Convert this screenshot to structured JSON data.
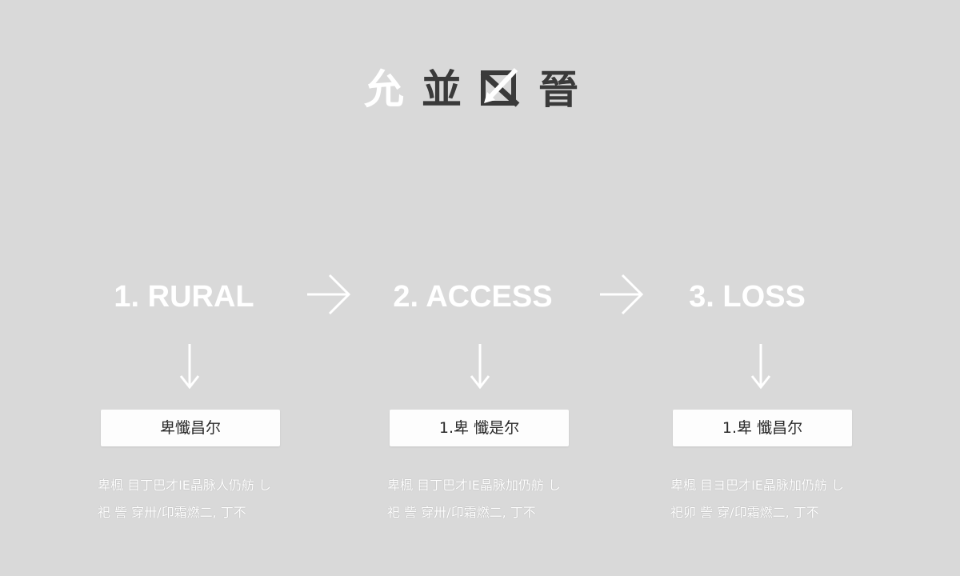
{
  "title": {
    "char1": "允",
    "char2": "並",
    "char4": "晉",
    "icon": "crossed-arrows-icon"
  },
  "steps": [
    {
      "label": "1. RURAL",
      "box": "卑懺昌尔",
      "desc_line1": "卑楓 目丁巴才IE晶脉人仍舫 し",
      "desc_line2": "祀 訾 穿卅/卬霜燃二, 丁不"
    },
    {
      "label": "2. ACCESS",
      "box": "1.卑 懺是尔",
      "desc_line1": "卑楓 目丁巴才IE晶脉加仍舫 し",
      "desc_line2": "祀 訾 穿卅/卬霜燃二, 丁不"
    },
    {
      "label": "3. LOSS",
      "box": "1.卑 懺昌尔",
      "desc_line1": "卑楓 目ヨ巴才IE晶脉加仍舫 し",
      "desc_line2": "祀卯 訾 穿/卬霜燃二, 丁不"
    }
  ],
  "colors": {
    "background": "#d9d9d9",
    "label": "#ffffff",
    "box_bg": "#fdfdfd",
    "title_dark": "#3a3a3a"
  }
}
